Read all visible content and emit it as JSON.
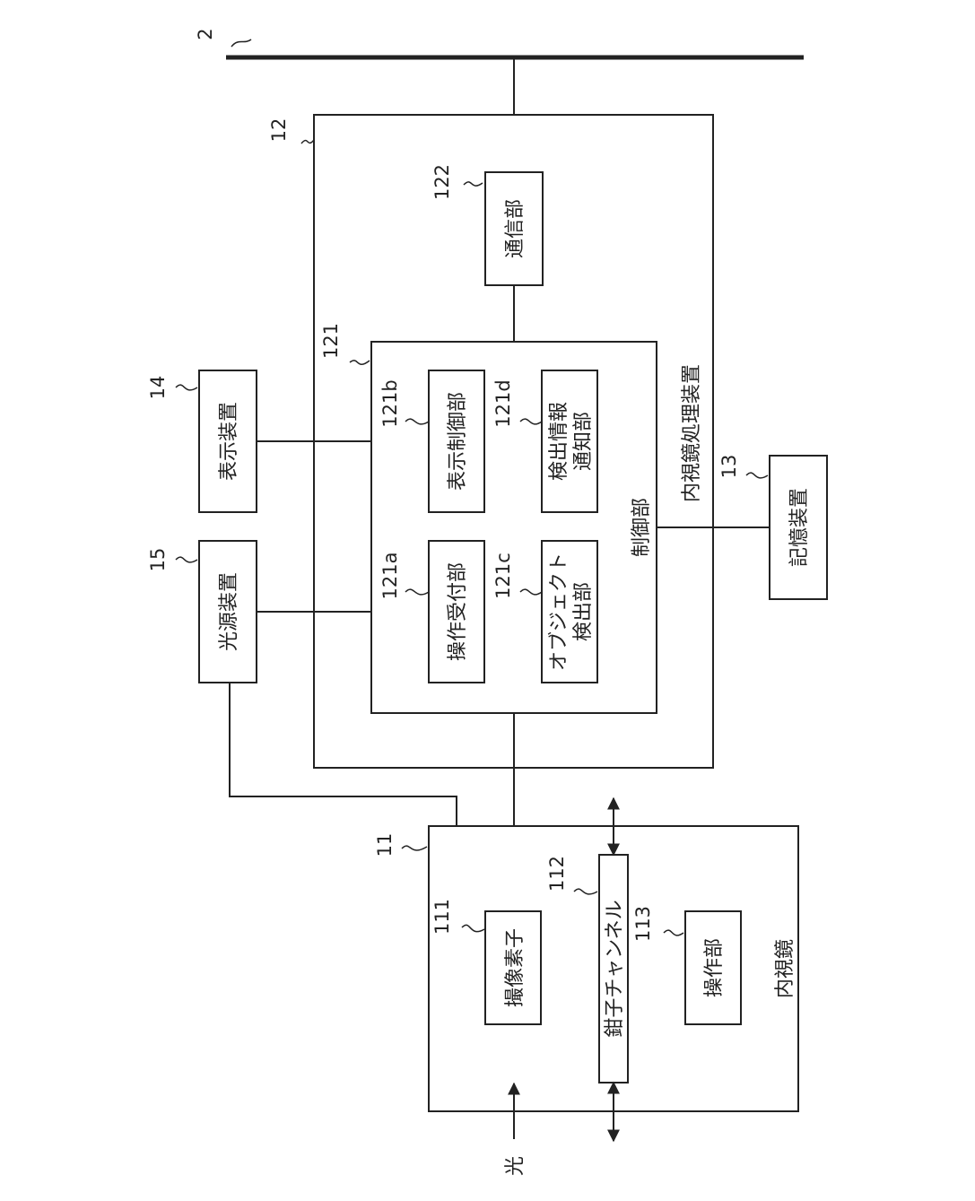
{
  "diagram": {
    "network_ref": "2",
    "processor": {
      "ref": "12",
      "label": "内視鏡処理装置"
    },
    "comm": {
      "ref": "122",
      "label": "通信部"
    },
    "control": {
      "ref": "121",
      "label": "制御部"
    },
    "op_accept": {
      "ref": "121a",
      "label": "操作受付部"
    },
    "disp_ctrl": {
      "ref": "121b",
      "label": "表示制御部"
    },
    "obj_detect": {
      "ref": "121c",
      "label_line1": "オブジェクト",
      "label_line2": "検出部"
    },
    "detect_notify": {
      "ref": "121d",
      "label_line1": "検出情報",
      "label_line2": "通知部"
    },
    "storage": {
      "ref": "13",
      "label": "記憶装置"
    },
    "display": {
      "ref": "14",
      "label": "表示装置"
    },
    "light_source": {
      "ref": "15",
      "label": "光源装置"
    },
    "endoscope": {
      "ref": "11",
      "label": "内視鏡"
    },
    "imaging": {
      "ref": "111",
      "label": "撮像素子"
    },
    "forceps": {
      "ref": "112",
      "label": "鉗子チャンネル"
    },
    "operation": {
      "ref": "113",
      "label": "操作部"
    },
    "light_label": "光"
  }
}
